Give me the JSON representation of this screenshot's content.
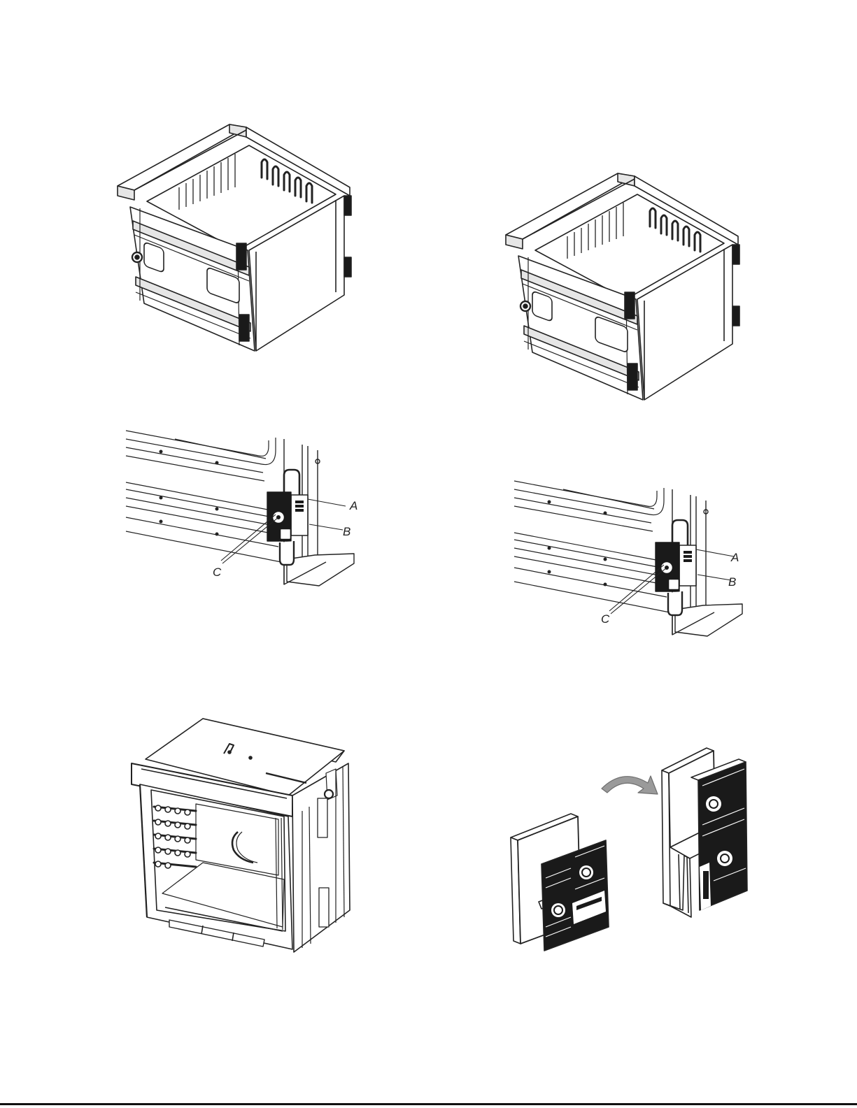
{
  "figures": [
    {
      "id": "fig-1",
      "label": "oven-cavity-perspective-left"
    },
    {
      "id": "fig-2",
      "label": "oven-cavity-perspective-right"
    },
    {
      "id": "fig-3",
      "label": "hinge-detail-left",
      "callouts": [
        "A",
        "B",
        "C"
      ]
    },
    {
      "id": "fig-4",
      "label": "hinge-detail-right",
      "callouts": [
        "A",
        "B",
        "C"
      ]
    },
    {
      "id": "fig-5",
      "label": "oven-front-open"
    },
    {
      "id": "fig-6",
      "label": "filter-assembly"
    }
  ],
  "callouts3": {
    "a": "A",
    "b": "B",
    "c": "C"
  },
  "callouts4": {
    "a": "A",
    "b": "B",
    "c": "C"
  },
  "colors": {
    "line": "#222222",
    "fill_dark": "#1a1a1a",
    "fill_light": "#ffffff",
    "shade": "#e6e6e6"
  }
}
